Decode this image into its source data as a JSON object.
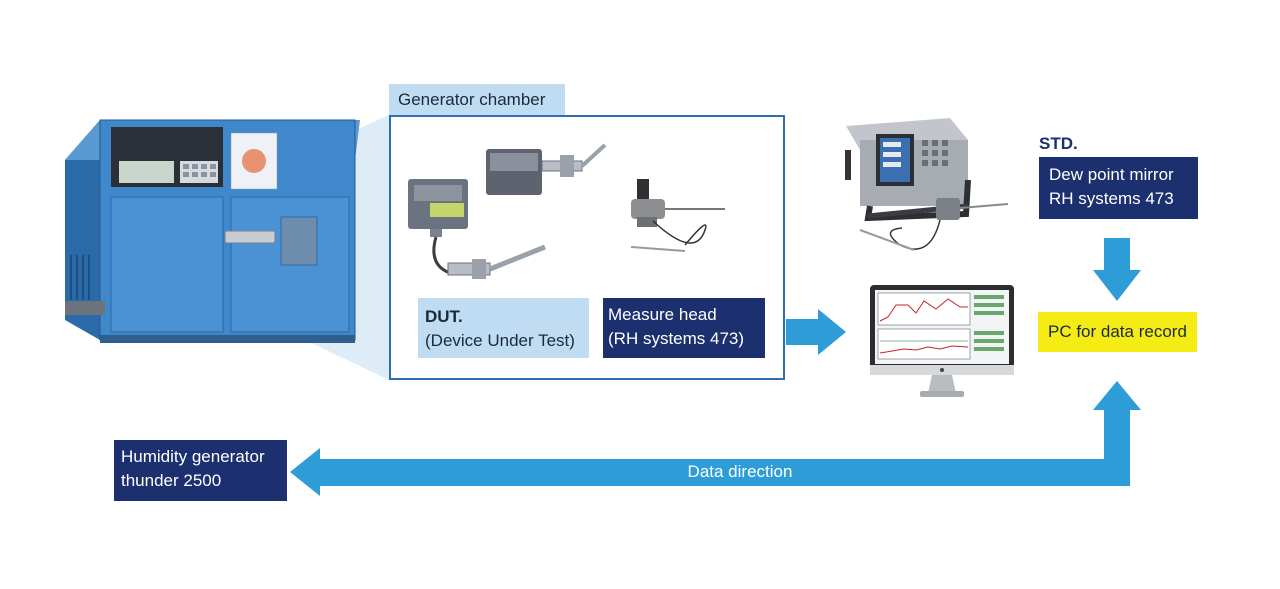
{
  "chamber_label": "Generator chamber",
  "dut": {
    "title": "DUT.",
    "subtitle": "(Device Under Test)"
  },
  "measure_head": {
    "line1": "Measure head",
    "line2": "(RH systems 473)"
  },
  "std": {
    "title": "STD.",
    "line1": "Dew point mirror",
    "line2": "RH systems 473"
  },
  "pc_label": "PC for data record",
  "generator": {
    "line1": "Humidity generator",
    "line2": "thunder 2500"
  },
  "data_direction": "Data direction",
  "colors": {
    "navy": "#1c2f6e",
    "light_blue": "#bfdcf2",
    "arrow_blue": "#2e9cd6",
    "yellow": "#f4ec14",
    "chamber_border": "#2d6fb3"
  },
  "icons": [
    "humidity-generator-image",
    "dut-transmitter-image",
    "measure-head-image",
    "dew-point-mirror-image",
    "pc-monitor-image"
  ]
}
